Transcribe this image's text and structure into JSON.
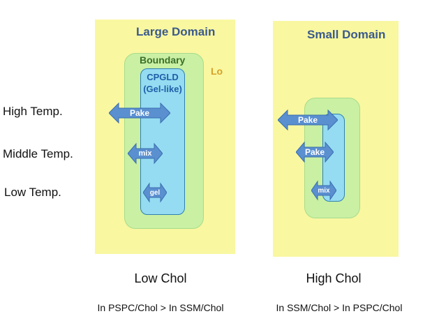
{
  "temperatures": {
    "high": "High Temp.",
    "middle": "Middle Temp.",
    "low": "Low Temp."
  },
  "large_domain": {
    "title": "Large Domain",
    "lo_label": "Lo",
    "boundary_label": "Boundary",
    "cpgld_label_line1": "CPGLD",
    "cpgld_label_line2": "(Gel-like)",
    "arrow_high": "Pake",
    "arrow_middle": "mix",
    "arrow_low": "gel",
    "chol_label": "Low Chol",
    "comparison": "In PSPC/Chol > In SSM/Chol"
  },
  "small_domain": {
    "title": "Small Domain",
    "arrow_high": "Pake",
    "arrow_middle": "Pake",
    "arrow_low": "mix",
    "chol_label": "High Chol",
    "comparison": "In SSM/Chol > In PSPC/Chol"
  },
  "colors": {
    "lo_phase": "#f9f7a0",
    "boundary": "#c9f0a3",
    "cpgld": "#95dcf2",
    "arrow": "#5a8fd0",
    "title": "#3b5a8c",
    "lo_text": "#d4a12a"
  }
}
